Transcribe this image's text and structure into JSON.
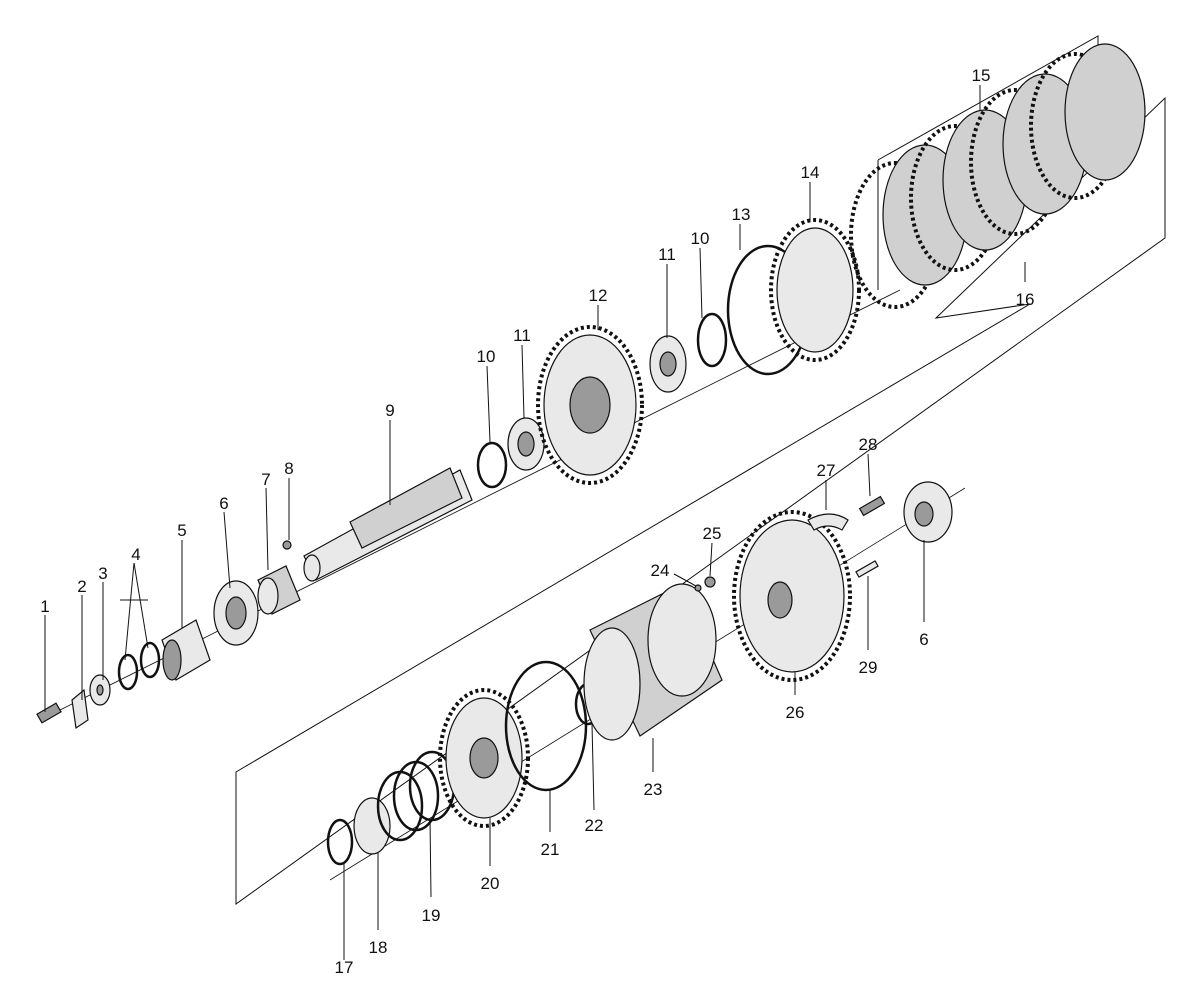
{
  "labels": [
    {
      "id": "1",
      "text": "1"
    },
    {
      "id": "2",
      "text": "2"
    },
    {
      "id": "3",
      "text": "3"
    },
    {
      "id": "4",
      "text": "4"
    },
    {
      "id": "5",
      "text": "5"
    },
    {
      "id": "6a",
      "text": "6"
    },
    {
      "id": "7",
      "text": "7"
    },
    {
      "id": "8",
      "text": "8"
    },
    {
      "id": "9",
      "text": "9"
    },
    {
      "id": "10a",
      "text": "10"
    },
    {
      "id": "11a",
      "text": "11"
    },
    {
      "id": "12",
      "text": "12"
    },
    {
      "id": "11b",
      "text": "11"
    },
    {
      "id": "10b",
      "text": "10"
    },
    {
      "id": "13",
      "text": "13"
    },
    {
      "id": "14",
      "text": "14"
    },
    {
      "id": "15",
      "text": "15"
    },
    {
      "id": "16",
      "text": "16"
    },
    {
      "id": "17",
      "text": "17"
    },
    {
      "id": "18",
      "text": "18"
    },
    {
      "id": "19",
      "text": "19"
    },
    {
      "id": "20",
      "text": "20"
    },
    {
      "id": "21",
      "text": "21"
    },
    {
      "id": "22",
      "text": "22"
    },
    {
      "id": "23",
      "text": "23"
    },
    {
      "id": "24",
      "text": "24"
    },
    {
      "id": "25",
      "text": "25"
    },
    {
      "id": "26",
      "text": "26"
    },
    {
      "id": "27",
      "text": "27"
    },
    {
      "id": "28",
      "text": "28"
    },
    {
      "id": "29",
      "text": "29"
    },
    {
      "id": "6b",
      "text": "6"
    }
  ]
}
